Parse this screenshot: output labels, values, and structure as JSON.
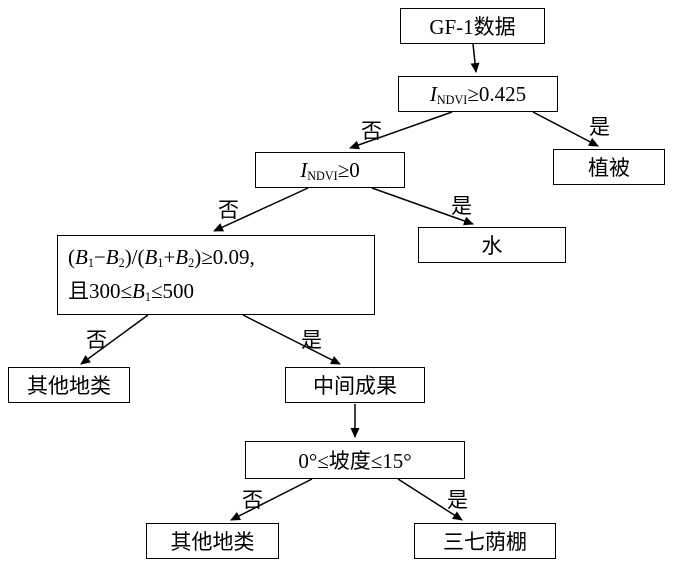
{
  "diagram": {
    "nodes": {
      "root": {
        "label": "GF-1数据"
      },
      "ndvi_high": {
        "var": "I",
        "sub": "NDVI",
        "cond": "≥0.425"
      },
      "vegetation": {
        "label": "植被"
      },
      "ndvi_zero": {
        "var": "I",
        "sub": "NDVI",
        "cond": "≥0"
      },
      "water": {
        "label": "水"
      },
      "band_ratio": {
        "open": "(",
        "b": "B",
        "sub1": "1",
        "minus": "−",
        "sub2": "2",
        "mid": ")/(",
        "plus": "+",
        "tail": ")≥0.09,",
        "line2_head": "且300≤",
        "line2_tail": "≤500"
      },
      "other_land_a": {
        "label": "其他地类"
      },
      "intermediate": {
        "label": "中间成果"
      },
      "slope": {
        "label": "0°≤坡度≤15°"
      },
      "other_land_b": {
        "label": "其他地类"
      },
      "sanqi_shed": {
        "label": "三七荫棚"
      }
    },
    "edge_labels": {
      "yes": "是",
      "no": "否"
    }
  }
}
